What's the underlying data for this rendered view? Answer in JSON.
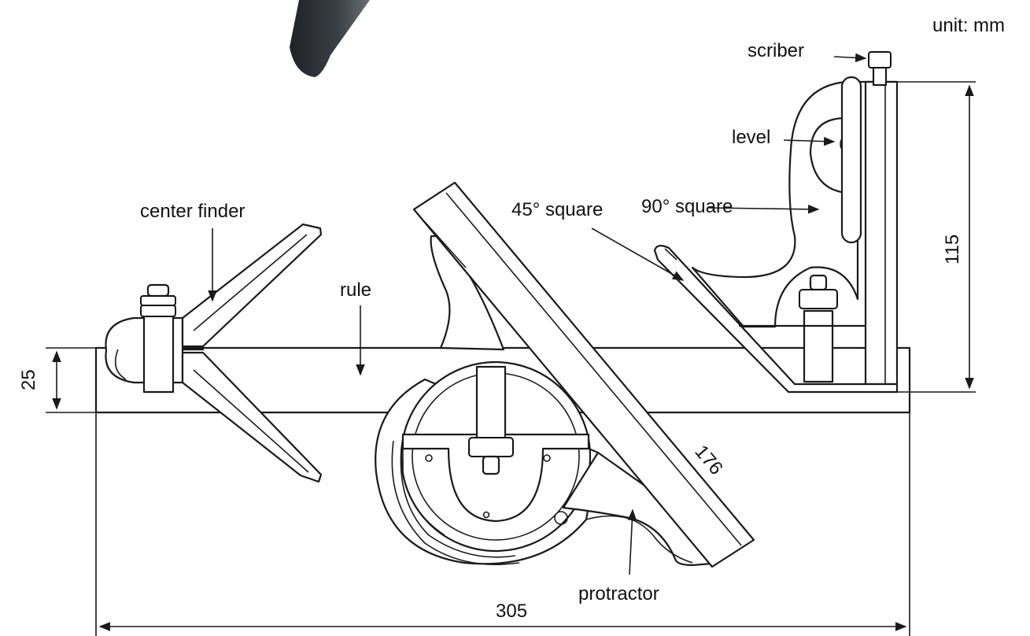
{
  "unit_label": "unit: mm",
  "labels": {
    "scriber": "scriber",
    "level": "level",
    "center_finder": "center finder",
    "square_45": "45° square",
    "square_90": "90° square",
    "rule": "rule",
    "protractor": "protractor"
  },
  "dimensions": {
    "height_25": "25",
    "height_115": "115",
    "diagonal_176": "176",
    "length_305": "305"
  },
  "colors": {
    "line": "#1a1a1a",
    "blade": "#2f3338",
    "background": "#ffffff"
  }
}
